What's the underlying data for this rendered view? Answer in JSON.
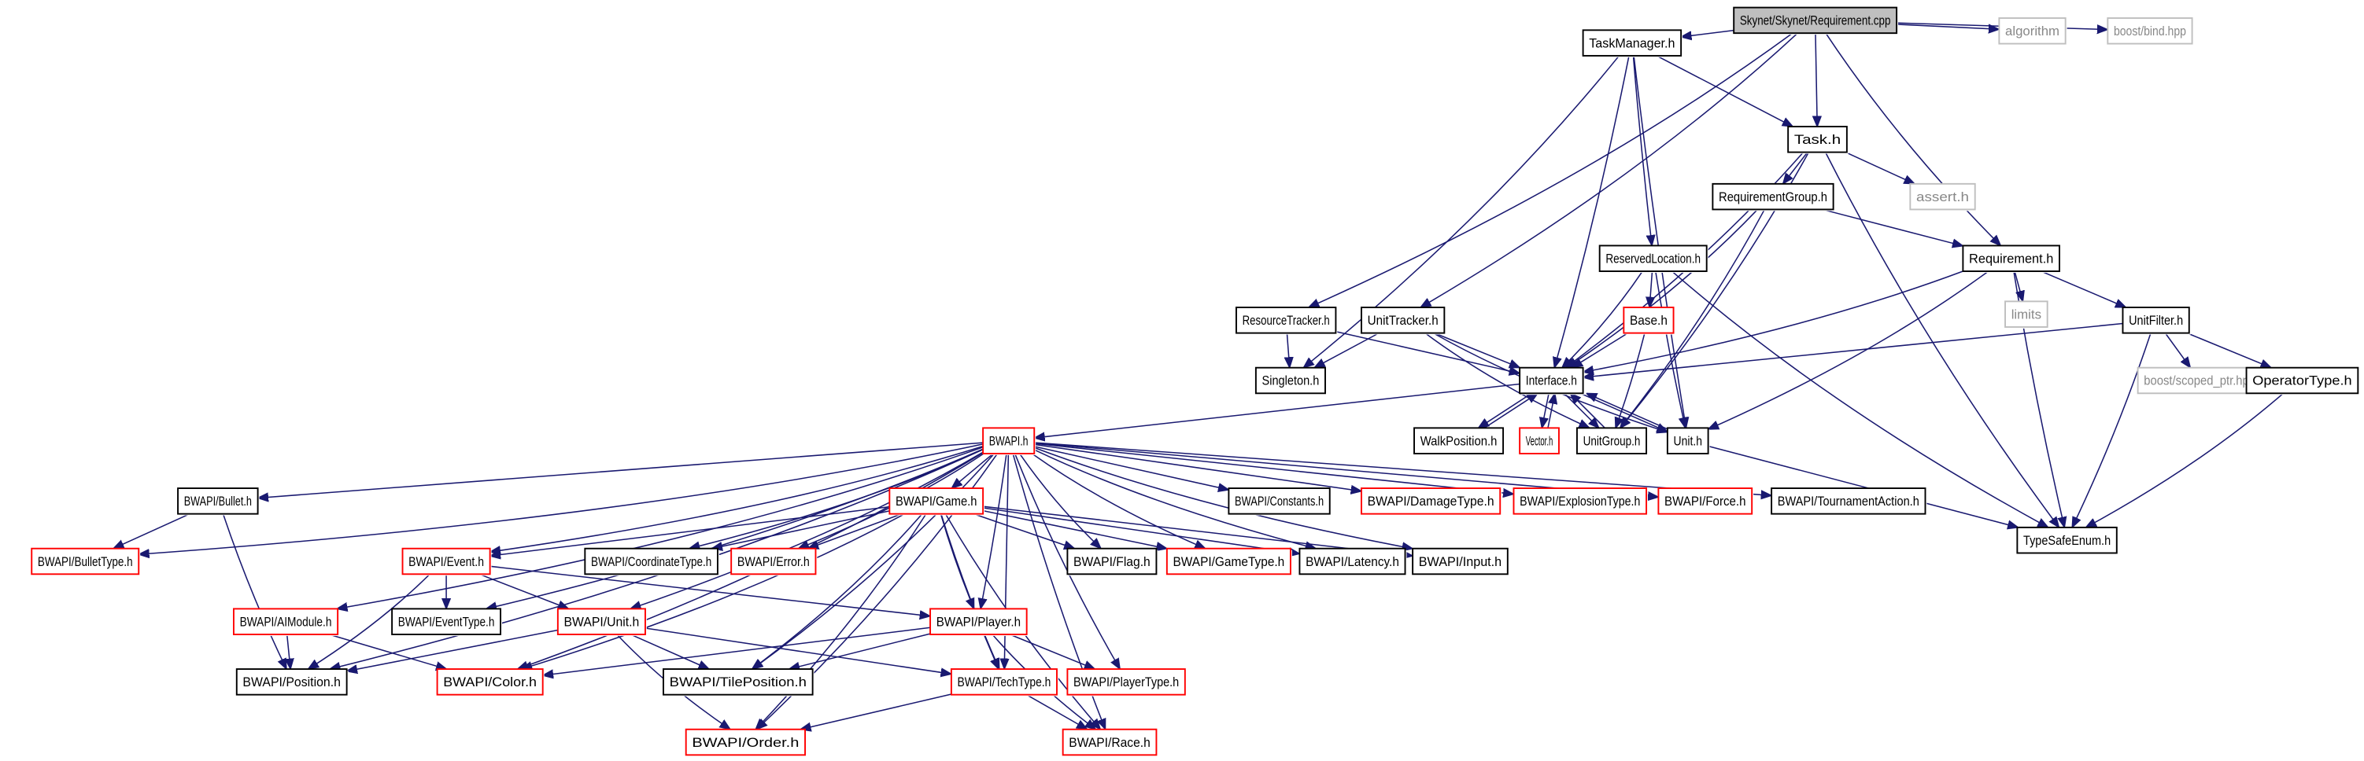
{
  "colors": {
    "edge": "#191970",
    "black": "#000000",
    "red": "#ff0000",
    "gray": "#bfbfbf",
    "root_fill": "#bfbfbf"
  },
  "nodes": [
    {
      "id": "root",
      "label": "Skynet/Skynet/Requirement.cpp",
      "border": "black",
      "root": true
    },
    {
      "id": "algorithm",
      "label": "algorithm",
      "border": "gray"
    },
    {
      "id": "bind",
      "label": "boost/bind.hpp",
      "border": "gray"
    },
    {
      "id": "taskmanager",
      "label": "TaskManager.h",
      "border": "black"
    },
    {
      "id": "task",
      "label": "Task.h",
      "border": "black"
    },
    {
      "id": "assert",
      "label": "assert.h",
      "border": "gray"
    },
    {
      "id": "reqgroup",
      "label": "RequirementGroup.h",
      "border": "black"
    },
    {
      "id": "requirement",
      "label": "Requirement.h",
      "border": "black"
    },
    {
      "id": "reserved",
      "label": "ReservedLocation.h",
      "border": "black"
    },
    {
      "id": "limits",
      "label": "limits",
      "border": "gray"
    },
    {
      "id": "unitfilter",
      "label": "UnitFilter.h",
      "border": "black"
    },
    {
      "id": "base",
      "label": "Base.h",
      "border": "red"
    },
    {
      "id": "resourcetracker",
      "label": "ResourceTracker.h",
      "border": "black"
    },
    {
      "id": "unittracker",
      "label": "UnitTracker.h",
      "border": "black"
    },
    {
      "id": "singleton",
      "label": "Singleton.h",
      "border": "black"
    },
    {
      "id": "interface",
      "label": "Interface.h",
      "border": "black"
    },
    {
      "id": "scopedptr",
      "label": "boost/scoped_ptr.hpp",
      "border": "gray"
    },
    {
      "id": "operatortype",
      "label": "OperatorType.h",
      "border": "black"
    },
    {
      "id": "walkposition",
      "label": "WalkPosition.h",
      "border": "black"
    },
    {
      "id": "vector",
      "label": "Vector.h",
      "border": "red"
    },
    {
      "id": "unitgroup",
      "label": "UnitGroup.h",
      "border": "black"
    },
    {
      "id": "unit",
      "label": "Unit.h",
      "border": "black"
    },
    {
      "id": "bwapi",
      "label": "BWAPI.h",
      "border": "red"
    },
    {
      "id": "typesafeenum",
      "label": "TypeSafeEnum.h",
      "border": "black"
    },
    {
      "id": "bullet",
      "label": "BWAPI/Bullet.h",
      "border": "black"
    },
    {
      "id": "game",
      "label": "BWAPI/Game.h",
      "border": "red"
    },
    {
      "id": "constants",
      "label": "BWAPI/Constants.h",
      "border": "black"
    },
    {
      "id": "damagetype",
      "label": "BWAPI/DamageType.h",
      "border": "red"
    },
    {
      "id": "explosiontype",
      "label": "BWAPI/ExplosionType.h",
      "border": "red"
    },
    {
      "id": "force",
      "label": "BWAPI/Force.h",
      "border": "red"
    },
    {
      "id": "tournament",
      "label": "BWAPI/TournamentAction.h",
      "border": "black"
    },
    {
      "id": "bullettype",
      "label": "BWAPI/BulletType.h",
      "border": "red"
    },
    {
      "id": "event",
      "label": "BWAPI/Event.h",
      "border": "red"
    },
    {
      "id": "coordinatetype",
      "label": "BWAPI/CoordinateType.h",
      "border": "black"
    },
    {
      "id": "error",
      "label": "BWAPI/Error.h",
      "border": "red"
    },
    {
      "id": "flag",
      "label": "BWAPI/Flag.h",
      "border": "black"
    },
    {
      "id": "gametype",
      "label": "BWAPI/GameType.h",
      "border": "red"
    },
    {
      "id": "latency",
      "label": "BWAPI/Latency.h",
      "border": "black"
    },
    {
      "id": "input",
      "label": "BWAPI/Input.h",
      "border": "black"
    },
    {
      "id": "aimodule",
      "label": "BWAPI/AIModule.h",
      "border": "red"
    },
    {
      "id": "eventtype",
      "label": "BWAPI/EventType.h",
      "border": "black"
    },
    {
      "id": "bwunit",
      "label": "BWAPI/Unit.h",
      "border": "red"
    },
    {
      "id": "player",
      "label": "BWAPI/Player.h",
      "border": "red"
    },
    {
      "id": "position",
      "label": "BWAPI/Position.h",
      "border": "black"
    },
    {
      "id": "color",
      "label": "BWAPI/Color.h",
      "border": "red"
    },
    {
      "id": "tileposition",
      "label": "BWAPI/TilePosition.h",
      "border": "black"
    },
    {
      "id": "techtype",
      "label": "BWAPI/TechType.h",
      "border": "red"
    },
    {
      "id": "playertype",
      "label": "BWAPI/PlayerType.h",
      "border": "red"
    },
    {
      "id": "order",
      "label": "BWAPI/Order.h",
      "border": "red"
    },
    {
      "id": "race",
      "label": "BWAPI/Race.h",
      "border": "red"
    }
  ],
  "edges": [
    [
      "root",
      "taskmanager"
    ],
    [
      "root",
      "task"
    ],
    [
      "root",
      "requirement"
    ],
    [
      "root",
      "algorithm"
    ],
    [
      "root",
      "bind"
    ],
    [
      "root",
      "resourcetracker"
    ],
    [
      "root",
      "unittracker"
    ],
    [
      "taskmanager",
      "task"
    ],
    [
      "taskmanager",
      "singleton"
    ],
    [
      "taskmanager",
      "interface"
    ],
    [
      "taskmanager",
      "reserved"
    ],
    [
      "taskmanager",
      "unit"
    ],
    [
      "task",
      "reqgroup"
    ],
    [
      "task",
      "assert"
    ],
    [
      "task",
      "interface"
    ],
    [
      "task",
      "unitgroup"
    ],
    [
      "task",
      "typesafeenum"
    ],
    [
      "reqgroup",
      "requirement"
    ],
    [
      "reqgroup",
      "interface"
    ],
    [
      "reqgroup",
      "unitgroup"
    ],
    [
      "reserved",
      "base"
    ],
    [
      "reserved",
      "interface"
    ],
    [
      "reserved",
      "unit"
    ],
    [
      "reserved",
      "typesafeenum"
    ],
    [
      "requirement",
      "interface"
    ],
    [
      "requirement",
      "unit"
    ],
    [
      "requirement",
      "limits"
    ],
    [
      "requirement",
      "unitfilter"
    ],
    [
      "requirement",
      "typesafeenum"
    ],
    [
      "unitfilter",
      "interface"
    ],
    [
      "unitfilter",
      "scopedptr"
    ],
    [
      "unitfilter",
      "operatortype"
    ],
    [
      "unitfilter",
      "typesafeenum"
    ],
    [
      "operatortype",
      "typesafeenum"
    ],
    [
      "base",
      "interface"
    ],
    [
      "base",
      "unitgroup"
    ],
    [
      "resourcetracker",
      "singleton"
    ],
    [
      "resourcetracker",
      "interface"
    ],
    [
      "unittracker",
      "singleton"
    ],
    [
      "unittracker",
      "interface"
    ],
    [
      "unittracker",
      "unitgroup"
    ],
    [
      "unittracker",
      "unit"
    ],
    [
      "interface",
      "bwapi"
    ],
    [
      "interface",
      "walkposition"
    ],
    [
      "interface",
      "vector"
    ],
    [
      "interface",
      "unitgroup"
    ],
    [
      "interface",
      "unit"
    ],
    [
      "walkposition",
      "interface"
    ],
    [
      "vector",
      "interface"
    ],
    [
      "unitgroup",
      "interface"
    ],
    [
      "unit",
      "interface"
    ],
    [
      "unit",
      "typesafeenum"
    ],
    [
      "bwapi",
      "bullet"
    ],
    [
      "bwapi",
      "bullettype"
    ],
    [
      "bwapi",
      "position"
    ],
    [
      "bwapi",
      "aimodule"
    ],
    [
      "bwapi",
      "color"
    ],
    [
      "bwapi",
      "eventtype"
    ],
    [
      "bwapi",
      "event"
    ],
    [
      "bwapi",
      "bwunit"
    ],
    [
      "bwapi",
      "tileposition"
    ],
    [
      "bwapi",
      "coordinatetype"
    ],
    [
      "bwapi",
      "error"
    ],
    [
      "bwapi",
      "game"
    ],
    [
      "bwapi",
      "flag"
    ],
    [
      "bwapi",
      "gametype"
    ],
    [
      "bwapi",
      "latency"
    ],
    [
      "bwapi",
      "input"
    ],
    [
      "bwapi",
      "constants"
    ],
    [
      "bwapi",
      "damagetype"
    ],
    [
      "bwapi",
      "explosiontype"
    ],
    [
      "bwapi",
      "force"
    ],
    [
      "bwapi",
      "tournament"
    ],
    [
      "bwapi",
      "player"
    ],
    [
      "bwapi",
      "techtype"
    ],
    [
      "bwapi",
      "playertype"
    ],
    [
      "bwapi",
      "race"
    ],
    [
      "bwapi",
      "order"
    ],
    [
      "bullet",
      "bullettype"
    ],
    [
      "bullet",
      "position"
    ],
    [
      "game",
      "event"
    ],
    [
      "game",
      "coordinatetype"
    ],
    [
      "game",
      "error"
    ],
    [
      "game",
      "flag"
    ],
    [
      "game",
      "gametype"
    ],
    [
      "game",
      "latency"
    ],
    [
      "game",
      "input"
    ],
    [
      "game",
      "player"
    ],
    [
      "game",
      "color"
    ],
    [
      "game",
      "tileposition"
    ],
    [
      "game",
      "order"
    ],
    [
      "game",
      "techtype"
    ],
    [
      "game",
      "race"
    ],
    [
      "event",
      "eventtype"
    ],
    [
      "event",
      "bwunit"
    ],
    [
      "event",
      "position"
    ],
    [
      "event",
      "player"
    ],
    [
      "aimodule",
      "position"
    ],
    [
      "aimodule",
      "color"
    ],
    [
      "bwunit",
      "position"
    ],
    [
      "bwunit",
      "tileposition"
    ],
    [
      "bwunit",
      "order"
    ],
    [
      "bwunit",
      "techtype"
    ],
    [
      "player",
      "color"
    ],
    [
      "player",
      "tileposition"
    ],
    [
      "player",
      "techtype"
    ],
    [
      "player",
      "playertype"
    ],
    [
      "player",
      "race"
    ],
    [
      "techtype",
      "order"
    ],
    [
      "techtype",
      "race"
    ]
  ]
}
